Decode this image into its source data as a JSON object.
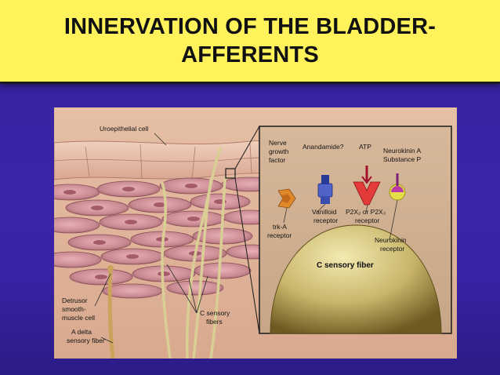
{
  "slide": {
    "title": "INNERVATION OF THE BLADDER-\nAFFERENTS",
    "colors": {
      "title_background": "#fff25a",
      "slide_background": "#3a24a6",
      "figure_background": "#e3b59a"
    }
  },
  "figure": {
    "labels": {
      "uroepithelial_cell": "Uroepithelial cell",
      "detrusor_l1": "Detrusor",
      "detrusor_l2": "smooth-",
      "detrusor_l3": "muscle cell",
      "adelta_l1": "A delta",
      "adelta_l2": "sensory fiber",
      "csens_l1": "C sensory",
      "csens_l2": "fibers"
    },
    "inset": {
      "ngf_l1": "Nerve",
      "ngf_l2": "growth",
      "ngf_l3": "factor",
      "anandamide": "Anandamide?",
      "atp": "ATP",
      "nk_l1": "Neurokinin A",
      "nk_l2": "Substance P",
      "trka_l1": "trk-A",
      "trka_l2": "receptor",
      "vanilloid_l1": "Vanilloid",
      "vanilloid_l2": "receptor",
      "p2x_l1": "P2X₂ or P2X₃",
      "p2x_l2": "receptor",
      "nkr_l1": "Neurokinin",
      "nkr_l2": "receptor",
      "fiber": "C sensory fiber"
    },
    "icons": [
      "trk-a-receptor-icon",
      "vanilloid-receptor-icon",
      "p2x-receptor-icon",
      "neurokinin-receptor-icon"
    ]
  }
}
